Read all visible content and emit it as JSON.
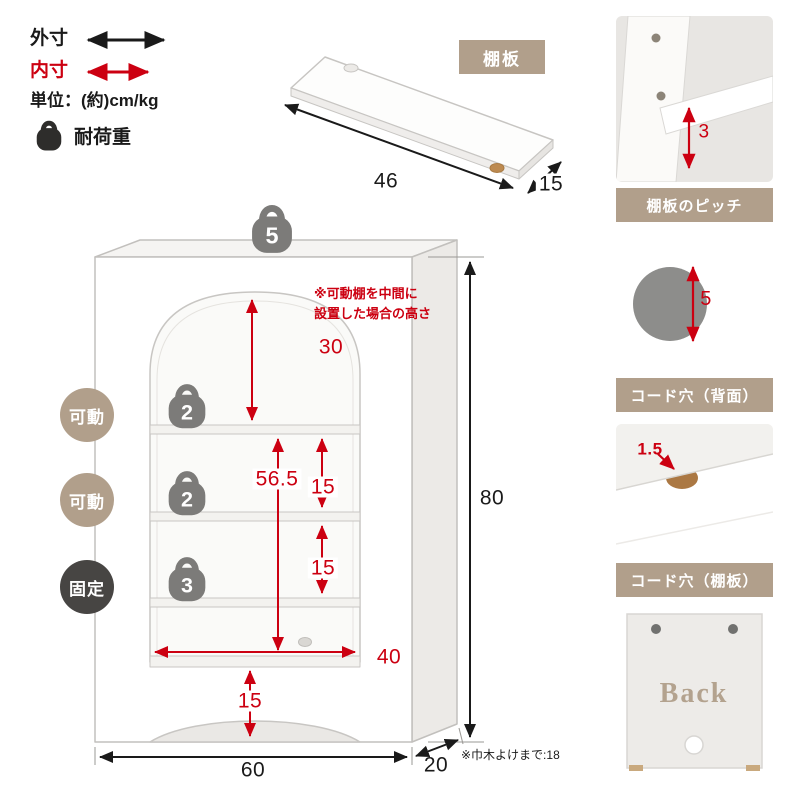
{
  "legend": {
    "outer_label": "外寸",
    "inner_label": "内寸",
    "unit_label": "単位：(約)cm/kg",
    "load_label": "耐荷重"
  },
  "shelf_board": {
    "badge": "棚板",
    "width": "46",
    "depth": "15"
  },
  "cabinet": {
    "top_load": "5",
    "shelves": [
      {
        "type_label": "可動",
        "load": "2"
      },
      {
        "type_label": "可動",
        "load": "2"
      },
      {
        "type_label": "固定",
        "load": "3"
      }
    ],
    "note_red": "※可動棚を中間に\n設置した場合の高さ",
    "note_black": "※巾木よけまで:18",
    "dims": {
      "top_gap": "30",
      "inner_height": "56.5",
      "shelf_gap_1": "15",
      "shelf_gap_2": "15",
      "inner_width": "40",
      "base_height": "15",
      "outer_height": "80",
      "outer_width": "60",
      "outer_depth": "20"
    }
  },
  "details": [
    {
      "caption": "棚板のピッチ",
      "dim": "3"
    },
    {
      "caption": "コード穴（背面）",
      "dim": "5"
    },
    {
      "caption": "コード穴（棚板）",
      "dim": "1.5"
    },
    {
      "caption": "Back"
    }
  ],
  "colors": {
    "accent_red": "#cc0011",
    "tan": "#b19f8b",
    "badge_gray": "#7c7b79",
    "dark_badge": "#474543"
  }
}
